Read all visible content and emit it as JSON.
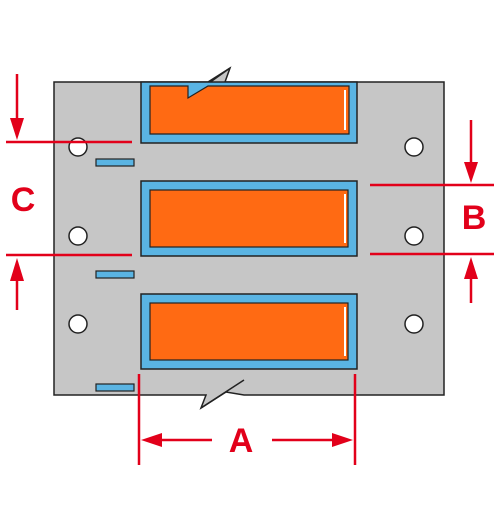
{
  "dimension_labels": {
    "a": "A",
    "b": "B",
    "c": "C"
  },
  "colors": {
    "liner": "#c6c6c6",
    "outline": "#222222",
    "label_border": "#5ab4e3",
    "label_fill": "#ff6a13",
    "dimension": "#e2001a",
    "hole": "#ffffff"
  },
  "labels_count": 3,
  "holes_per_side": 3
}
